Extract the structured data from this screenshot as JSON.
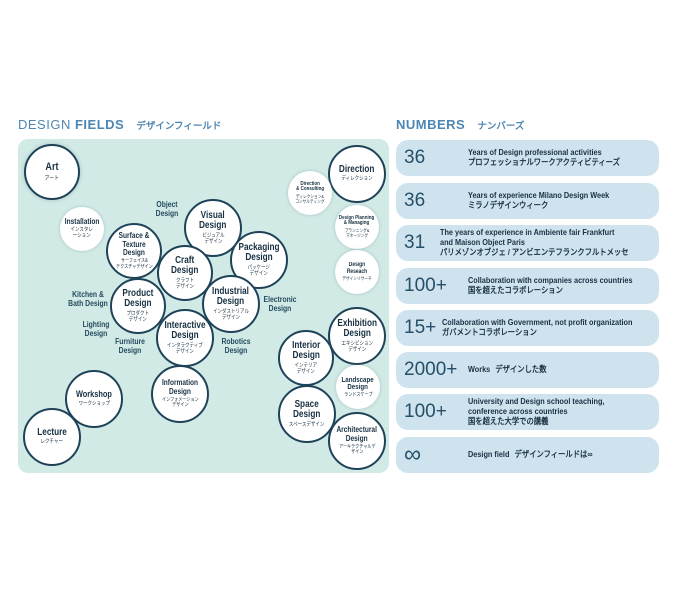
{
  "design_fields": {
    "title_light": "DESIGN",
    "title_bold": "FIELDS",
    "title_ja": "デザインフィールド",
    "bubbles": {
      "art": {
        "en": "Art",
        "ja": "アート"
      },
      "installation": {
        "en": "Installation",
        "ja": "インスタレ\nーション"
      },
      "surface": {
        "en": "Surface &\nTexture Design",
        "ja": "サーフェイス&\nテクスチャデザイン"
      },
      "visual": {
        "en": "Visual\nDesign",
        "ja": "ビジュアル\nデザイン"
      },
      "craft": {
        "en": "Craft\nDesign",
        "ja": "クラフト\nデザイン"
      },
      "packaging": {
        "en": "Packaging\nDesign",
        "ja": "パッケージ\nデザイン"
      },
      "product": {
        "en": "Product\nDesign",
        "ja": "プロダクト\nデザイン"
      },
      "industrial": {
        "en": "Industrial\nDesign",
        "ja": "インダストリアル\nデザイン"
      },
      "interactive": {
        "en": "Interactive\nDesign",
        "ja": "インタラクティブ\nデザイン"
      },
      "information": {
        "en": "Information\nDesign",
        "ja": "インフォメーション\nデザイン"
      },
      "workshop": {
        "en": "Workshop",
        "ja": "ワークショップ"
      },
      "lecture": {
        "en": "Lecture",
        "ja": "レクチャー"
      },
      "direction": {
        "en": "Direction",
        "ja": "ディレクション"
      },
      "direction_consulting": {
        "en": "Direction\n& Consulting",
        "ja": "ディレクション&\nコンサルティング"
      },
      "planning": {
        "en": "Design Planning\n& Managing",
        "ja": "プランニング&\nマネージング"
      },
      "research": {
        "en": "Design Reseach",
        "ja": "デザインリサーチ"
      },
      "exhibition": {
        "en": "Exhibition\nDesign",
        "ja": "エキシビション\nデザイン"
      },
      "interior": {
        "en": "Interior\nDesign",
        "ja": "インテリア\nデザイン"
      },
      "landscape": {
        "en": "Landscape\nDesign",
        "ja": "ランドスケープ"
      },
      "space": {
        "en": "Space\nDesign",
        "ja": "スペースデザイン"
      },
      "architectural": {
        "en": "Architectural\nDesign",
        "ja": "アーキテクチャルデ\nザイン"
      }
    },
    "labels": {
      "object": "Object\nDesign",
      "kitchen": "Kitchen &\nBath Design",
      "lighting": "Lighting\nDesign",
      "furniture": "Furniture\nDesign",
      "electronic": "Electronic\nDesign",
      "robotics": "Robotics\nDesign"
    }
  },
  "numbers": {
    "title_en": "NUMBERS",
    "title_ja": "ナンバーズ",
    "rows": [
      {
        "value": "36",
        "en": "Years of Design professional activities",
        "ja": "プロフェッショナルワークアクティビティーズ"
      },
      {
        "value": "36",
        "en": "Years of experience Milano Design Week",
        "ja": "ミラノデザインウィーク"
      },
      {
        "value": "31",
        "en": "The years of experience in Ambiente fair Frankfurt",
        "en2": "and Maison Object Paris",
        "ja": "パリメゾンオブジェ / アンビエンテフランクフルトメッセ"
      },
      {
        "value": "100+",
        "en": "Collaboration with companies across countries",
        "ja": "国を超えたコラボレーション"
      },
      {
        "value": "15+",
        "en": "Collaboration with Government,  not profit organization",
        "ja": "ガバメントコラボレーション"
      },
      {
        "value": "2000+",
        "en": "Works",
        "ja": "デザインした数"
      },
      {
        "value": "100+",
        "en": "University and Design school teaching,",
        "en2": "conference across countries",
        "ja": "国を超えた大学での講義"
      },
      {
        "value": "∞",
        "en": "Design field",
        "ja": "デザインフィールドは∞"
      }
    ]
  }
}
